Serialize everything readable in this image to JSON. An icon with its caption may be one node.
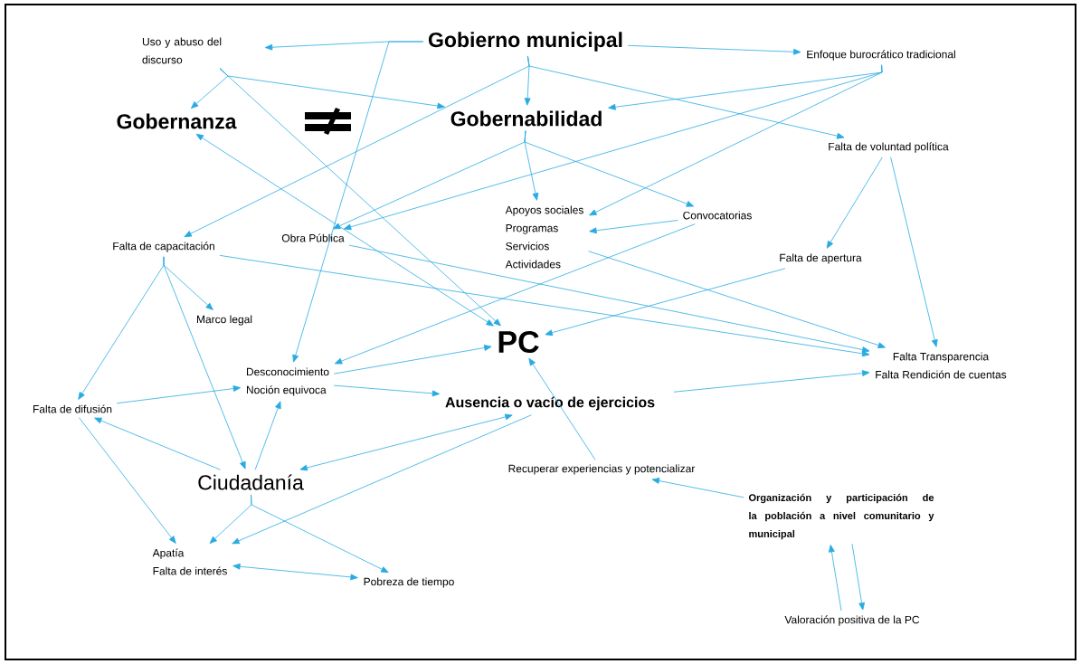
{
  "diagram": {
    "nodes": [
      {
        "text": [
          "Gobierno municipal"
        ]
      },
      {
        "text": [
          "Uso y abuso del discurso"
        ]
      },
      {
        "text": [
          "Enfoque burocrático tradicional"
        ]
      },
      {
        "text": [
          "Gobernanza"
        ]
      },
      {
        "text": [
          "Gobernabilidad"
        ]
      },
      {
        "text": [
          "Falta de voluntad política"
        ]
      },
      {
        "text": [
          "Apoyos sociales",
          "Programas",
          "Servicios",
          "Actividades"
        ]
      },
      {
        "text": [
          "Convocatorias"
        ]
      },
      {
        "text": [
          "Falta de capacitación"
        ]
      },
      {
        "text": [
          "Obra Pública"
        ]
      },
      {
        "text": [
          "Falta de apertura"
        ]
      },
      {
        "text": [
          "Marco legal"
        ]
      },
      {
        "text": [
          "PC"
        ]
      },
      {
        "text": [
          "Falta Transparencia",
          "Falta Rendición de cuentas"
        ]
      },
      {
        "text": [
          "Desconocimiento",
          "Noción equivoca"
        ]
      },
      {
        "text": [
          "Falta de difusión"
        ]
      },
      {
        "text": [
          "Ausencia o vacío de ejercicios"
        ]
      },
      {
        "text": [
          "Ciudadanía"
        ]
      },
      {
        "text": [
          "Recuperar experiencias y potencializar"
        ]
      },
      {
        "text": [
          "Organización y participación de la población a nivel comunitario y municipal"
        ]
      },
      {
        "text": [
          "Apatía",
          "Falta de interés"
        ]
      },
      {
        "text": [
          "Pobreza de tiempo"
        ]
      },
      {
        "text": [
          "Valoración positiva de la PC"
        ]
      }
    ],
    "edges": [
      {
        "from": 0,
        "to": 1,
        "arrow": "to"
      },
      {
        "from": 0,
        "to": 14,
        "arrow": "to"
      },
      {
        "from": 0,
        "to": 2,
        "arrow": "to"
      },
      {
        "from": 0,
        "to": 4,
        "arrow": "to"
      },
      {
        "from": 0,
        "to": 8,
        "arrow": "to"
      },
      {
        "from": 0,
        "to": 5,
        "arrow": "to"
      },
      {
        "from": 1,
        "to": 3,
        "arrow": "to"
      },
      {
        "from": 1,
        "to": 4,
        "arrow": "to"
      },
      {
        "from": 1,
        "to": 12,
        "arrow": "to"
      },
      {
        "from": 2,
        "to": 4,
        "arrow": "to"
      },
      {
        "from": 2,
        "to": 9,
        "arrow": "to"
      },
      {
        "from": 2,
        "to": 6,
        "arrow": "to"
      },
      {
        "from": 4,
        "to": 6,
        "arrow": "to"
      },
      {
        "from": 4,
        "to": 7,
        "arrow": "to"
      },
      {
        "from": 4,
        "to": 9,
        "arrow": "to"
      },
      {
        "from": 3,
        "to": 12,
        "arrow": "both"
      },
      {
        "from": 7,
        "to": 6,
        "arrow": "to"
      },
      {
        "from": 7,
        "to": 14,
        "arrow": "to"
      },
      {
        "from": 8,
        "to": 13,
        "arrow": "to"
      },
      {
        "from": 9,
        "to": 13,
        "arrow": "to"
      },
      {
        "from": 8,
        "to": 11,
        "arrow": "to"
      },
      {
        "from": 8,
        "to": 15,
        "arrow": "to"
      },
      {
        "from": 8,
        "to": 17,
        "arrow": "to"
      },
      {
        "from": 6,
        "to": 13,
        "arrow": "to"
      },
      {
        "from": 5,
        "to": 10,
        "arrow": "to"
      },
      {
        "from": 5,
        "to": 13,
        "arrow": "to"
      },
      {
        "from": 10,
        "to": 12,
        "arrow": "to"
      },
      {
        "from": 14,
        "to": 12,
        "arrow": "to"
      },
      {
        "from": 14,
        "to": 16,
        "arrow": "to"
      },
      {
        "from": 15,
        "to": 14,
        "arrow": "to"
      },
      {
        "from": 17,
        "to": 14,
        "arrow": "to"
      },
      {
        "from": 17,
        "to": 16,
        "arrow": "both"
      },
      {
        "from": 17,
        "to": 15,
        "arrow": "to"
      },
      {
        "from": 15,
        "to": 20,
        "arrow": "to"
      },
      {
        "from": 17,
        "to": 20,
        "arrow": "to"
      },
      {
        "from": 17,
        "to": 21,
        "arrow": "to"
      },
      {
        "from": 16,
        "to": 20,
        "arrow": "to"
      },
      {
        "from": 20,
        "to": 21,
        "arrow": "both"
      },
      {
        "from": 16,
        "to": 13,
        "arrow": "to"
      },
      {
        "from": 18,
        "to": 12,
        "arrow": "to"
      },
      {
        "from": 19,
        "to": 18,
        "arrow": "to"
      },
      {
        "from": 22,
        "to": 19,
        "arrow": "to"
      },
      {
        "from": 19,
        "to": 22,
        "arrow": "to"
      }
    ]
  }
}
